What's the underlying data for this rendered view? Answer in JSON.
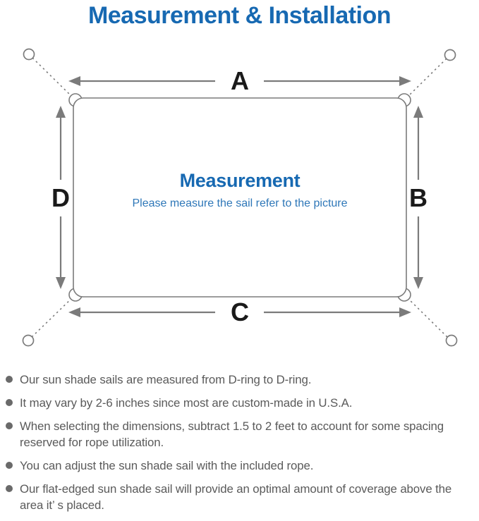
{
  "page": {
    "title": "Measurement & Installation"
  },
  "diagram": {
    "dimension_labels": {
      "top": "A",
      "right": "B",
      "bottom": "C",
      "left": "D"
    },
    "center_title": "Measurement",
    "center_subtitle": "Please measure the sail refer to the picture"
  },
  "notes": {
    "items": [
      "Our sun shade sails are measured from D-ring to D-ring.",
      "It may vary by 2-6 inches since most are custom-made in U.S.A.",
      "When selecting the dimensions, subtract 1.5 to 2 feet to account for some spacing reserved for rope utilization.",
      "You can adjust the sun shade sail with the included rope.",
      "Our flat-edged sun shade sail will provide an optimal amount of coverage above the area it’ s placed."
    ]
  },
  "colors": {
    "title_blue": "#1769b2",
    "subtitle_blue": "#2e77b8",
    "line_gray": "#7b7b7b",
    "label_black": "#1a1a1a",
    "body_gray": "#5a5a5a"
  }
}
